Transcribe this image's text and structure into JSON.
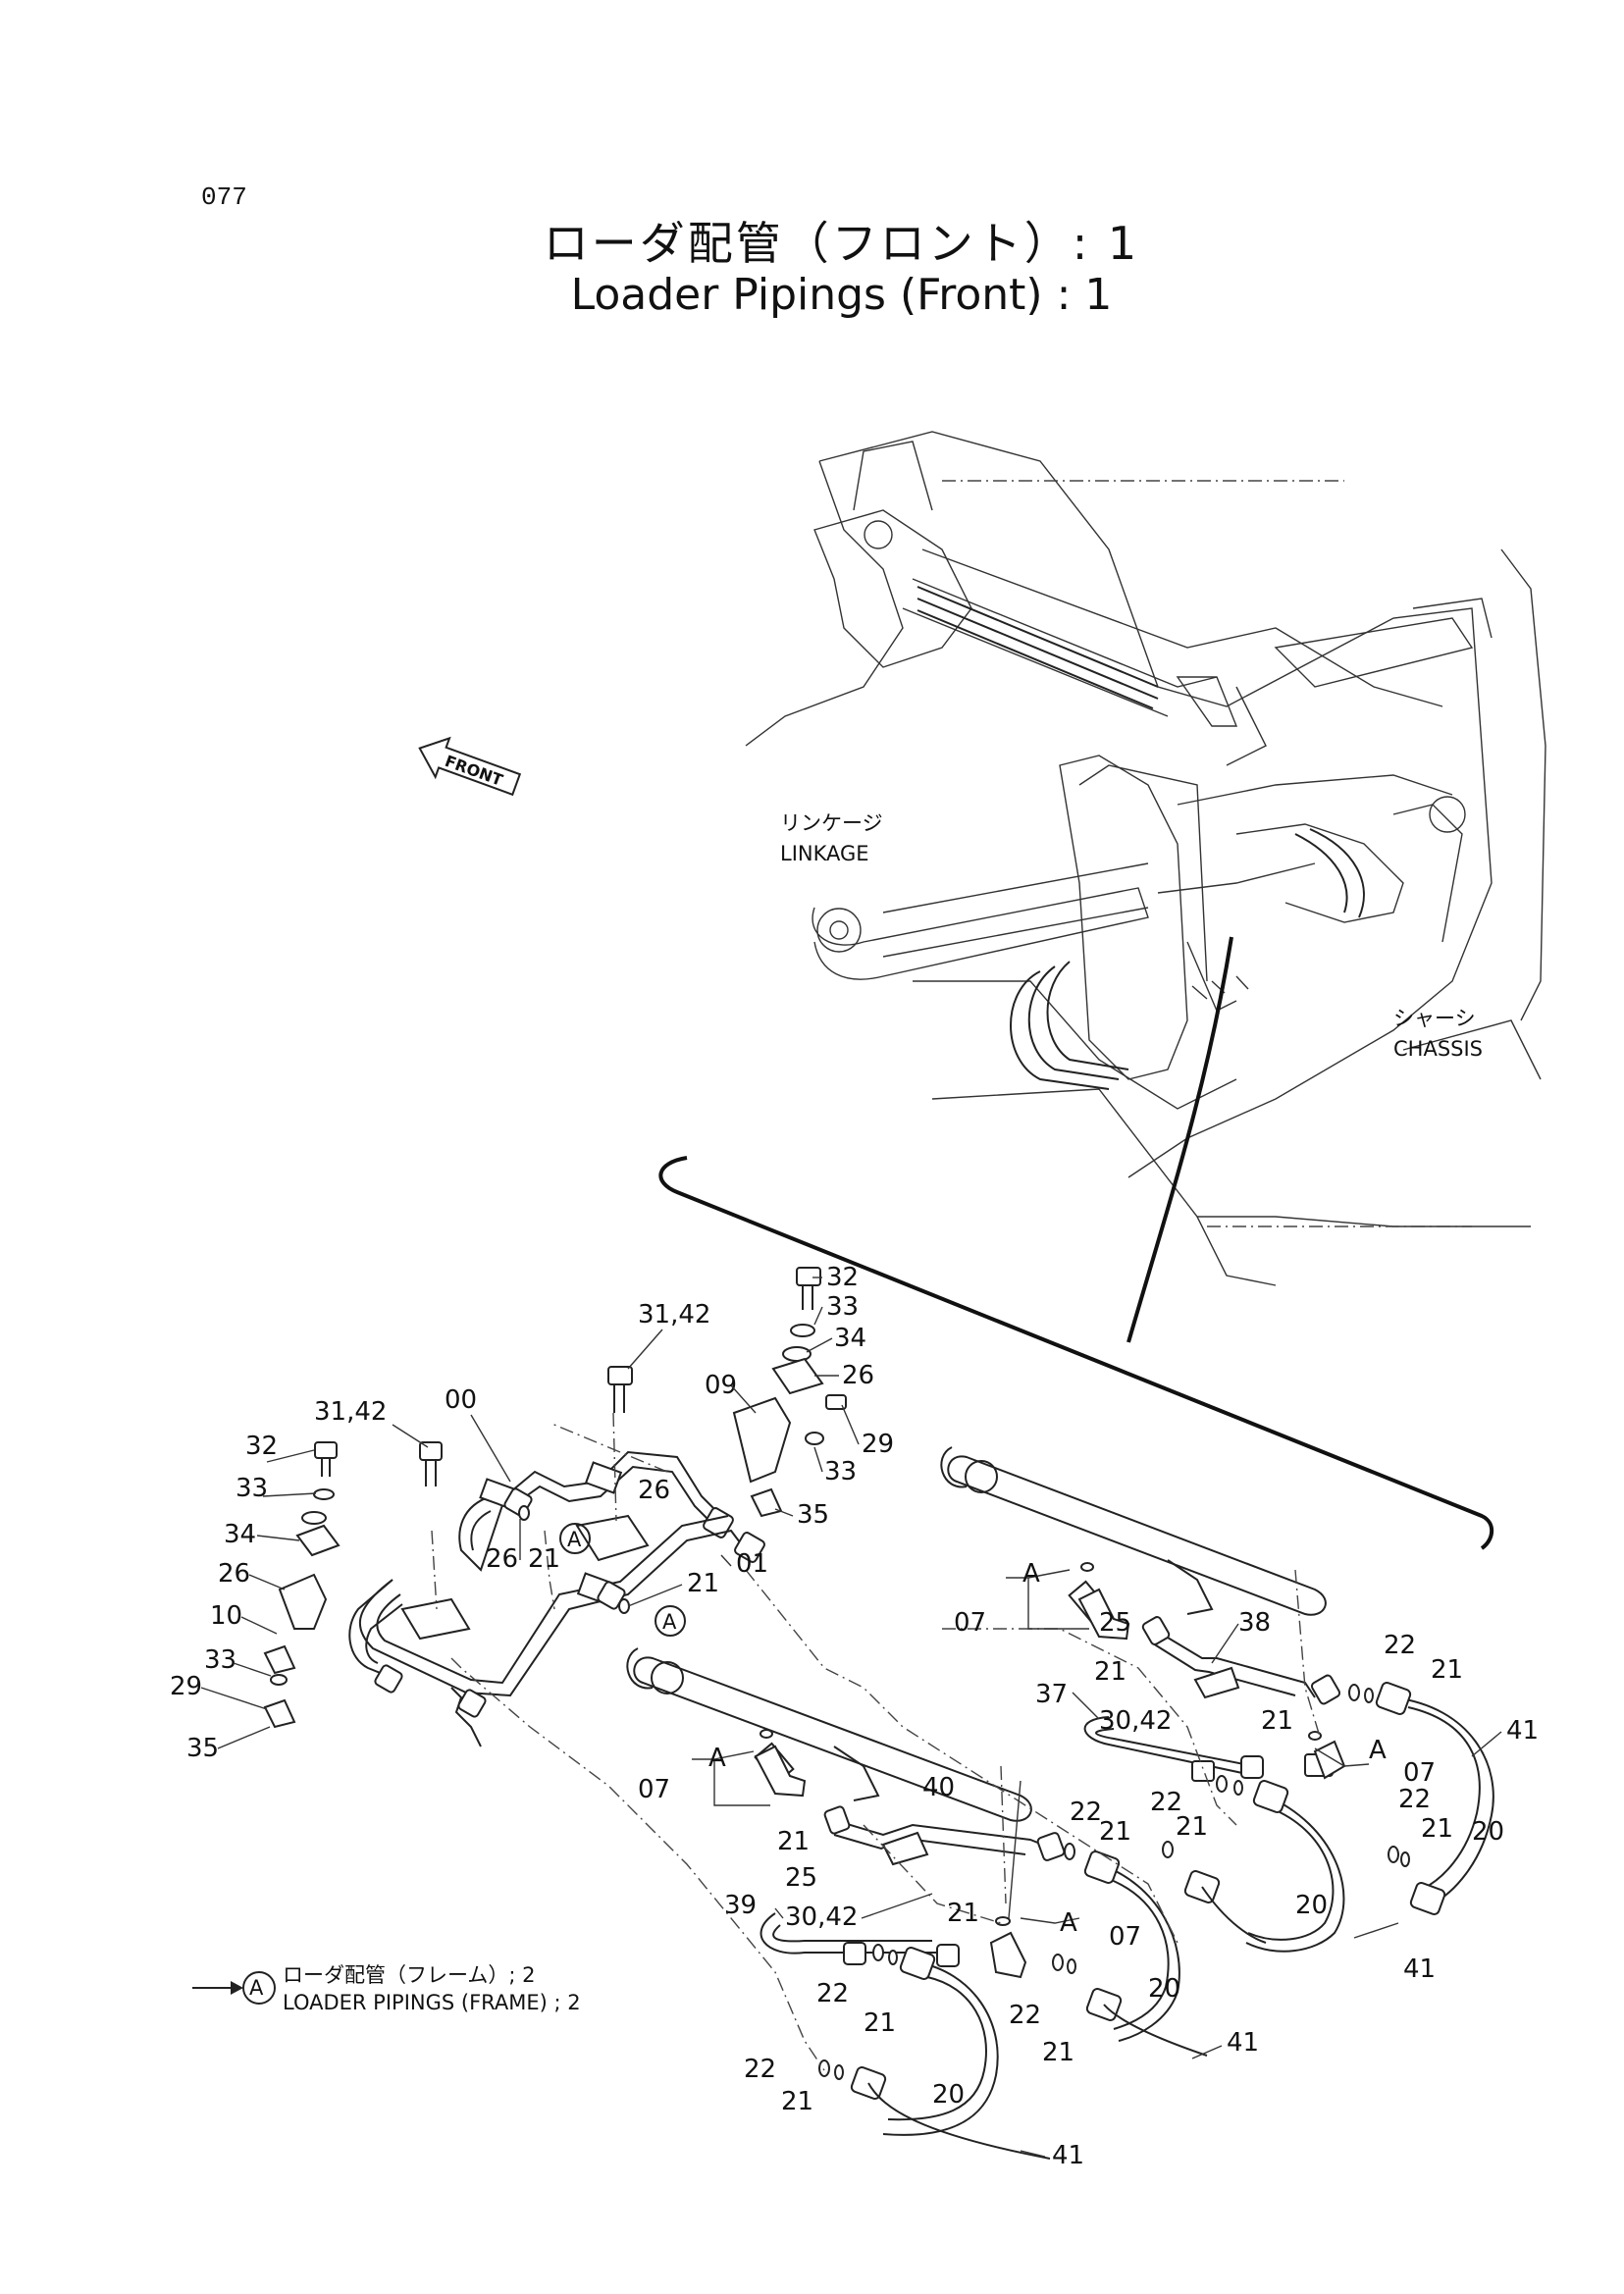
{
  "page_number": "077",
  "title": {
    "japanese": "ローダ配管（フロント）: 1",
    "english": "Loader Pipings (Front) : 1"
  },
  "front_arrow_label": "FRONT",
  "overview": {
    "linkage_ja": "リンケージ",
    "linkage_en": "LINKAGE",
    "chassis_ja": "シャーシ",
    "chassis_en": "CHASSIS"
  },
  "reference_note": {
    "marker": "A",
    "japanese": "ローダ配管（フレーム）; 2",
    "english": "LOADER  PIPINGS (FRAME) ; 2"
  },
  "callouts": [
    {
      "id": "c32a",
      "text": "32"
    },
    {
      "id": "c33a",
      "text": "33"
    },
    {
      "id": "c34a",
      "text": "34"
    },
    {
      "id": "c26a",
      "text": "26"
    },
    {
      "id": "c09",
      "text": "09"
    },
    {
      "id": "c29a",
      "text": "29"
    },
    {
      "id": "c33b",
      "text": "33"
    },
    {
      "id": "c35a",
      "text": "35"
    },
    {
      "id": "c3142a",
      "text": "31,42"
    },
    {
      "id": "c3142b",
      "text": "31,42"
    },
    {
      "id": "c00",
      "text": "00"
    },
    {
      "id": "c26b",
      "text": "26"
    },
    {
      "id": "c26c",
      "text": "26"
    },
    {
      "id": "c21a",
      "text": "21"
    },
    {
      "id": "c01",
      "text": "01"
    },
    {
      "id": "c21b",
      "text": "21"
    },
    {
      "id": "c32b",
      "text": "32"
    },
    {
      "id": "c33c",
      "text": "33"
    },
    {
      "id": "c34b",
      "text": "34"
    },
    {
      "id": "c26d",
      "text": "26"
    },
    {
      "id": "c10",
      "text": "10"
    },
    {
      "id": "c33d",
      "text": "33"
    },
    {
      "id": "c29b",
      "text": "29"
    },
    {
      "id": "c35b",
      "text": "35"
    },
    {
      "id": "cA1",
      "text": "A"
    },
    {
      "id": "c07a",
      "text": "07"
    },
    {
      "id": "c21c",
      "text": "21"
    },
    {
      "id": "c25a",
      "text": "25"
    },
    {
      "id": "c38",
      "text": "38"
    },
    {
      "id": "c22a",
      "text": "22"
    },
    {
      "id": "c21d",
      "text": "21"
    },
    {
      "id": "c37",
      "text": "37"
    },
    {
      "id": "c3042a",
      "text": "30,42"
    },
    {
      "id": "c21e",
      "text": "21"
    },
    {
      "id": "cA2",
      "text": "A"
    },
    {
      "id": "c07b",
      "text": "07"
    },
    {
      "id": "c41a",
      "text": "41"
    },
    {
      "id": "c22b",
      "text": "22"
    },
    {
      "id": "c21f",
      "text": "21"
    },
    {
      "id": "c20a",
      "text": "20"
    },
    {
      "id": "cA3",
      "text": "A"
    },
    {
      "id": "c07c",
      "text": "07"
    },
    {
      "id": "c40",
      "text": "40"
    },
    {
      "id": "c21g",
      "text": "21"
    },
    {
      "id": "c25b",
      "text": "25"
    },
    {
      "id": "c22c",
      "text": "22"
    },
    {
      "id": "c21h",
      "text": "21"
    },
    {
      "id": "c22d",
      "text": "22"
    },
    {
      "id": "c21i",
      "text": "21"
    },
    {
      "id": "c3042b",
      "text": "30,42"
    },
    {
      "id": "c20b",
      "text": "20"
    },
    {
      "id": "c41b",
      "text": "41"
    },
    {
      "id": "c21j",
      "text": "21"
    },
    {
      "id": "cA4",
      "text": "A"
    },
    {
      "id": "c07d",
      "text": "07"
    },
    {
      "id": "c39",
      "text": "39"
    },
    {
      "id": "c22e",
      "text": "22"
    },
    {
      "id": "c21k",
      "text": "21"
    },
    {
      "id": "c20c",
      "text": "20"
    },
    {
      "id": "c22f",
      "text": "22"
    },
    {
      "id": "c21l",
      "text": "21"
    },
    {
      "id": "c41c",
      "text": "41"
    },
    {
      "id": "c22g",
      "text": "22"
    },
    {
      "id": "c21m",
      "text": "21"
    },
    {
      "id": "c20d",
      "text": "20"
    },
    {
      "id": "c41d",
      "text": "41"
    }
  ]
}
